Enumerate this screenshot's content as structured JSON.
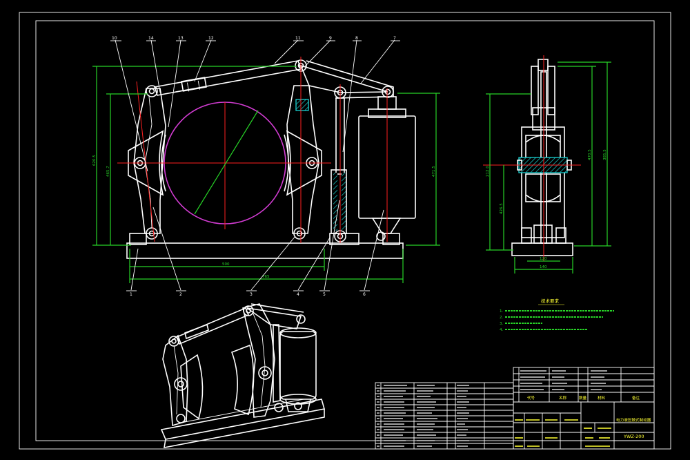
{
  "drawing": {
    "background": "#000000",
    "colors": {
      "outline": "#ffffff",
      "centerline": "#ff2020",
      "dimension": "#27d327",
      "disc": "#d23cd2",
      "section": "#19d2d2",
      "annotation": "#ffff33"
    },
    "front_view": {
      "balloons_top": [
        "10",
        "14",
        "13",
        "12",
        "11",
        "9",
        "8",
        "7"
      ],
      "balloons_bottom": [
        "1",
        "2",
        "3",
        "4",
        "5",
        "6"
      ],
      "dims": {
        "overall_height": "620.5",
        "height_2": "465.7",
        "right_height": "471.5",
        "base_length": "500",
        "overall_length": "765"
      }
    },
    "side_view": {
      "dims": {
        "height_1": "470.5",
        "height_2": "385.5",
        "height_3": "212.0",
        "height_4": "426.5",
        "width_1": "120",
        "width_2": "140"
      }
    },
    "notes": {
      "title": "技术要求",
      "items": [
        "1.",
        "2.",
        "3.",
        "4."
      ]
    },
    "title_block": {
      "name": "电力液压鼓式制动器",
      "code": "YWZ-200",
      "headers": {
        "code": "代号",
        "name": "名称",
        "qty": "数量",
        "material": "材料",
        "remark": "备注"
      }
    }
  }
}
